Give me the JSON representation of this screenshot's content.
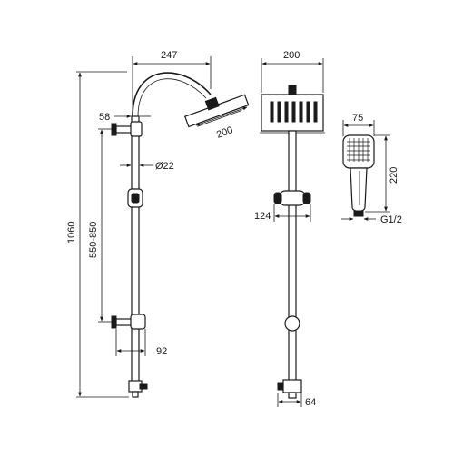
{
  "dimensions": {
    "arm_reach": "247",
    "head_width_front": "200",
    "head_width_side": "200",
    "bracket_offset_top": "58",
    "bar_diameter": "Ø22",
    "total_height": "1060",
    "bracket_spacing": "550-850",
    "wall_depth": "92",
    "slider_depth": "124",
    "diverter_depth": "64",
    "handshower_width": "75",
    "handshower_length": "220",
    "hose_thread": "G1/2"
  }
}
